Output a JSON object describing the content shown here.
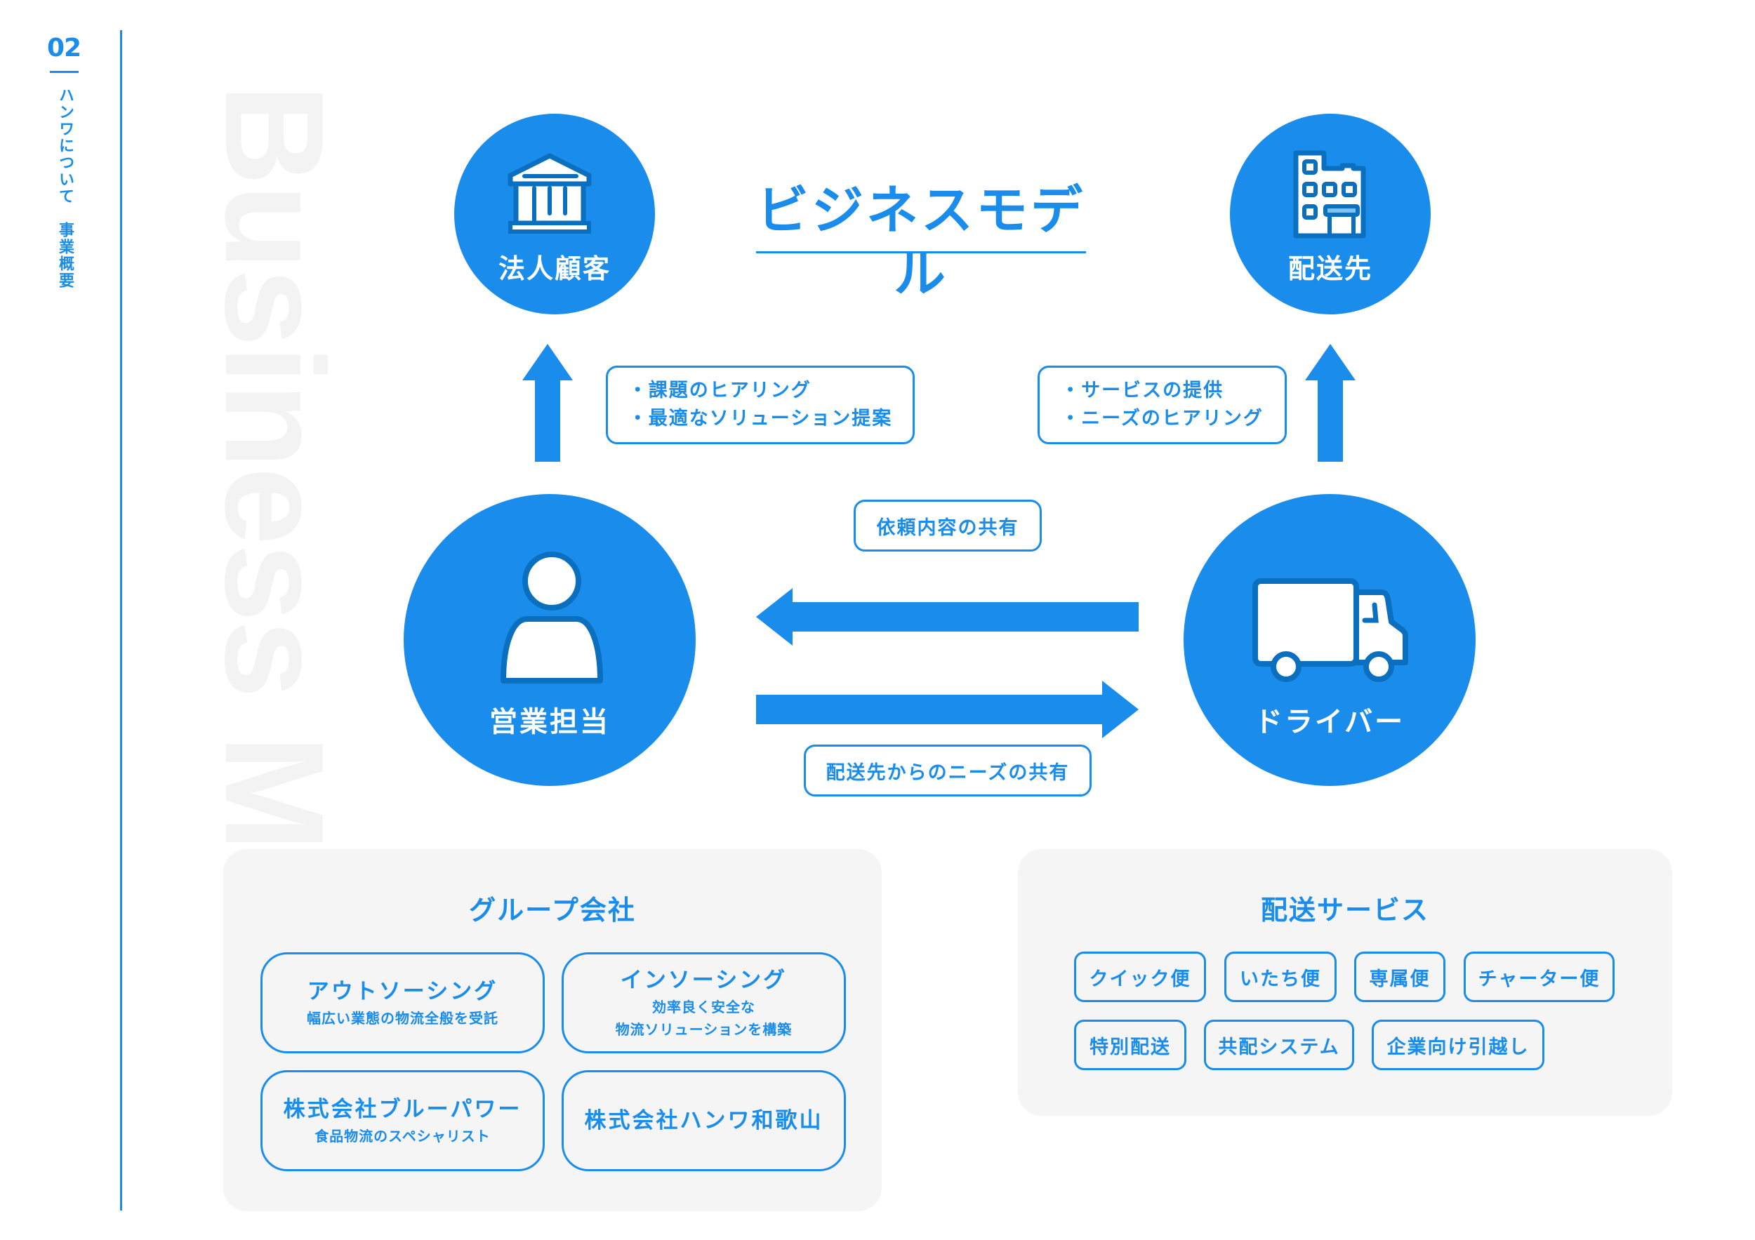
{
  "sidebar": {
    "section_number": "02",
    "section_label": "ハンワについて　事業概要"
  },
  "watermark": "Business Model",
  "title": "ビジネスモデル",
  "colors": {
    "primary": "#1a8ceb",
    "icon_stroke": "#0a6fbe",
    "panel_bg": "#f5f5f5",
    "watermark": "#f3f3f3"
  },
  "nodes": {
    "corporate_client": {
      "label": "法人顧客",
      "icon": "bank-building-icon"
    },
    "destination": {
      "label": "配送先",
      "icon": "office-building-icon"
    },
    "sales_rep": {
      "label": "営業担当",
      "icon": "person-icon"
    },
    "driver": {
      "label": "ドライバー",
      "icon": "truck-icon"
    }
  },
  "notes": {
    "sales_to_client": [
      "課題のヒアリング",
      "最適なソリューション提案"
    ],
    "driver_to_destination": [
      "サービスの提供",
      "ニーズのヒアリング"
    ],
    "driver_to_sales": "依頼内容の共有",
    "sales_to_driver": "配送先からのニーズの共有"
  },
  "group_companies": {
    "title": "グループ会社",
    "cards": [
      {
        "title": "アウトソーシング",
        "subtitle": "幅広い業態の物流全般を受託"
      },
      {
        "title": "インソーシング",
        "subtitle_lines": [
          "効率良く安全な",
          "物流ソリューションを構築"
        ]
      },
      {
        "title": "株式会社ブルーパワー",
        "subtitle": "食品物流のスペシャリスト"
      },
      {
        "title": "株式会社ハンワ和歌山"
      }
    ]
  },
  "delivery_services": {
    "title": "配送サービス",
    "items": [
      "クイック便",
      "いたち便",
      "専属便",
      "チャーター便",
      "特別配送",
      "共配システム",
      "企業向け引越し"
    ]
  }
}
